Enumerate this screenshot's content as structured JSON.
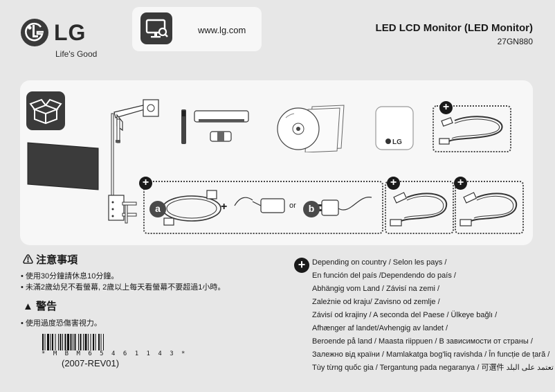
{
  "header": {
    "brand": "LG",
    "tagline": "Life's Good",
    "website": "www.lg.com",
    "title": "LED LCD Monitor (LED Monitor)",
    "model": "27GN880"
  },
  "contents": {
    "or_label": "or",
    "option_a": "a",
    "option_b": "b",
    "plus_sign": "+"
  },
  "warning": {
    "caution_head": "⚠ 注意事項",
    "caution_lines": [
      "• 使用30分鐘請休息10分鐘。",
      "• 未滿2歲幼兒不看螢幕, 2歲以上每天看螢幕不要超過1小時。"
    ],
    "alert_head": "▲ 警告",
    "alert_line": "• 使用過度恐傷害視力。"
  },
  "barcode": {
    "digits": "* M B M 6 5 4 6 1 1 4 3 *",
    "revision": "(2007-REV01)"
  },
  "country_note": {
    "lines": [
      "Depending on country /  Selon les pays /",
      "En función del país /Dependendo do país /",
      "Abhängig vom Land / Závisí na zemi /",
      "Zależnie od kraju/ Zavisno od zemlje /",
      "Závisí od krajiny /  A seconda del Paese   / Ülkeye bağlı /",
      "Afhænger af landet/Avhengig av landet /",
      "Beroende på land / Maasta riippuen / В зависимости от страны  /",
      "Залежно від країни / Mamlakatga bog'liq ravishda / În funcție de țară  /",
      "Tùy từng quốc gia  / Tergantung pada negaranya / 可選件   تعتمد على البلد"
    ]
  },
  "colors": {
    "background": "#e7e7e7",
    "panel": "#f7f7f7",
    "icon_dark": "#3a3a3a"
  }
}
